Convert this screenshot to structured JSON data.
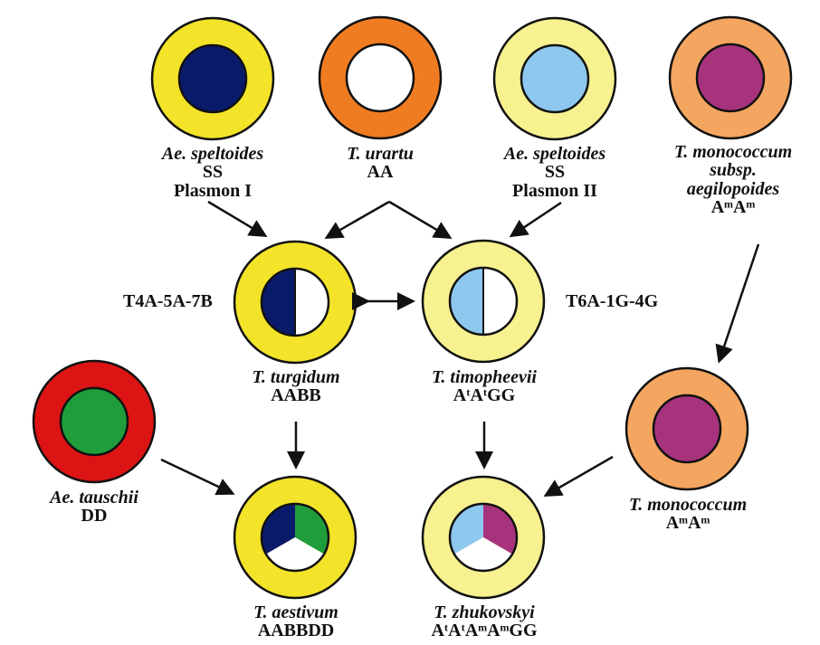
{
  "species": [
    {
      "id": "ae-speltoides-1",
      "name": "Ae. speltoides",
      "genome": "SS",
      "extra": "Plasmon I"
    },
    {
      "id": "t-urartu",
      "name": "T. urartu",
      "genome": "AA",
      "extra": ""
    },
    {
      "id": "ae-speltoides-2",
      "name": "Ae. speltoides",
      "genome": "SS",
      "extra": "Plasmon II"
    },
    {
      "id": "t-monococcum-aegil",
      "name": "T. monococcum",
      "genome": "subsp.",
      "extra": "aegilopoides",
      "genome2": "AᵐAᵐ"
    },
    {
      "id": "t-turgidum",
      "name": "T. turgidum",
      "genome": "AABB",
      "extra": ""
    },
    {
      "id": "t-timopheevii",
      "name": "T. timopheevii",
      "genome": "AᵗAᵗGG",
      "extra": ""
    },
    {
      "id": "ae-tauschii",
      "name": "Ae. tauschii",
      "genome": "DD",
      "extra": ""
    },
    {
      "id": "t-monococcum",
      "name": "T. monococcum",
      "genome": "AᵐAᵐ",
      "extra": ""
    },
    {
      "id": "t-aestivum",
      "name": "T. aestivum",
      "genome": "AABBDD",
      "extra": ""
    },
    {
      "id": "t-zhukovskyi",
      "name": "T. zhukovskyi",
      "genome": "AᵗAᵗAᵐAᵐGG",
      "extra": ""
    }
  ],
  "translocations": {
    "left": "T4A-5A-7B",
    "right": "T6A-1G-4G"
  },
  "colors": {
    "yellow": "#f3e329",
    "pale_yellow": "#f7f18f",
    "orange": "#f07c22",
    "light_orange": "#f4a55f",
    "red": "#dd1414",
    "navy": "#0a1a6b",
    "white": "#ffffff",
    "light_blue": "#8ec8ee",
    "purple": "#a8337d",
    "green": "#1f9d3a",
    "black": "#111111"
  }
}
